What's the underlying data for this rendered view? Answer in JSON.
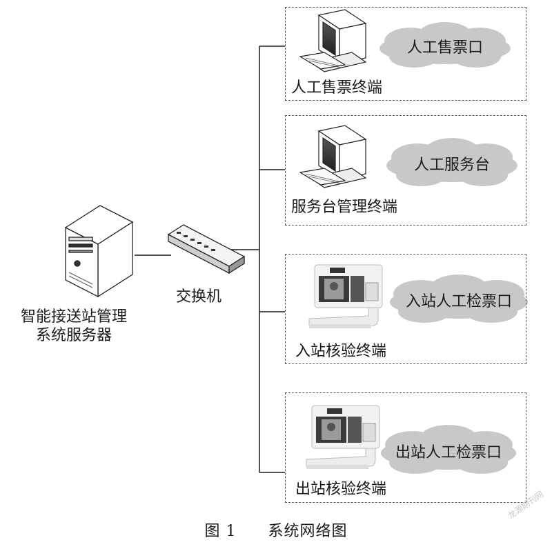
{
  "server": {
    "label_line1": "智能接送站管理",
    "label_line2": "系统服务器"
  },
  "switch": {
    "label": "交换机"
  },
  "terminals": [
    {
      "terminal_label": "人工售票终端",
      "cloud_label": "人工售票口",
      "icon": "desktop-computer-icon"
    },
    {
      "terminal_label": "服务台管理终端",
      "cloud_label": "人工服务台",
      "icon": "desktop-computer-icon"
    },
    {
      "terminal_label": "入站核验终端",
      "cloud_label": "入站人工检票口",
      "icon": "face-verification-terminal-icon"
    },
    {
      "terminal_label": "出站核验终端",
      "cloud_label": "出站人工检票口",
      "icon": "face-verification-terminal-icon"
    }
  ],
  "caption": {
    "figure_number": "图 1",
    "title": "系统网络图"
  },
  "watermark": "龙源期刊网",
  "colors": {
    "cloud": "#c8c8c8",
    "line": "#1a1a1a",
    "box_border": "#555555"
  }
}
